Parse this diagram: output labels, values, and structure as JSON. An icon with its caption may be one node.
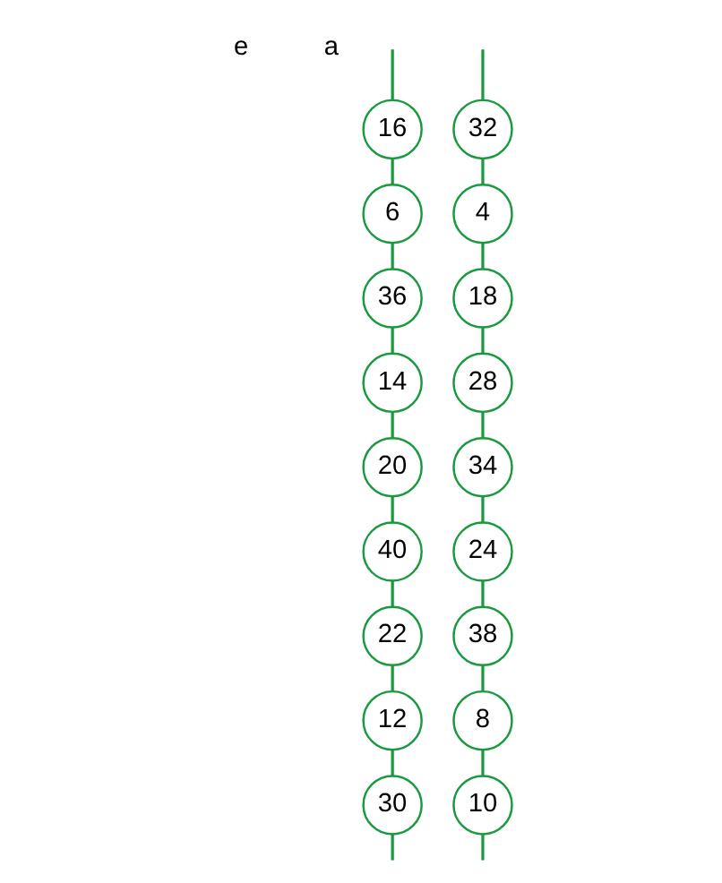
{
  "diagram": {
    "nodes": [
      {
        "text": [
          "16"
        ]
      },
      {
        "text": [
          "6"
        ]
      },
      {
        "text": [
          "36"
        ]
      },
      {
        "text": [
          "14"
        ]
      },
      {
        "text": [
          "20"
        ]
      },
      {
        "text": [
          "40"
        ]
      },
      {
        "text": [
          "22"
        ]
      },
      {
        "text": [
          "12"
        ]
      },
      {
        "text": [
          "30"
        ]
      },
      {
        "text": [
          "32"
        ]
      },
      {
        "text": [
          "4"
        ]
      },
      {
        "text": [
          "18"
        ]
      },
      {
        "text": [
          "28"
        ]
      },
      {
        "text": [
          "34"
        ]
      },
      {
        "text": [
          "24"
        ]
      },
      {
        "text": [
          "38"
        ]
      },
      {
        "text": [
          "8"
        ]
      },
      {
        "text": [
          "10"
        ]
      }
    ],
    "edges": [
      {
        "from": null,
        "to": 0,
        "arrow": "none"
      },
      {
        "from": 0,
        "to": 1,
        "arrow": "none"
      },
      {
        "from": 1,
        "to": 2,
        "arrow": "none"
      },
      {
        "from": 2,
        "to": 3,
        "arrow": "none"
      },
      {
        "from": 3,
        "to": 4,
        "arrow": "none"
      },
      {
        "from": 4,
        "to": 5,
        "arrow": "none"
      },
      {
        "from": 5,
        "to": 6,
        "arrow": "none"
      },
      {
        "from": 6,
        "to": 7,
        "arrow": "none"
      },
      {
        "from": 7,
        "to": 8,
        "arrow": "none"
      },
      {
        "from": 8,
        "to": null,
        "arrow": "none"
      },
      {
        "from": null,
        "to": 9,
        "arrow": "none"
      },
      {
        "from": 9,
        "to": 10,
        "arrow": "none"
      },
      {
        "from": 10,
        "to": 11,
        "arrow": "none"
      },
      {
        "from": 11,
        "to": 12,
        "arrow": "none"
      },
      {
        "from": 12,
        "to": 13,
        "arrow": "none"
      },
      {
        "from": 13,
        "to": 14,
        "arrow": "none"
      },
      {
        "from": 14,
        "to": 15,
        "arrow": "none"
      },
      {
        "from": 15,
        "to": 16,
        "arrow": "none"
      },
      {
        "from": 16,
        "to": 17,
        "arrow": "none"
      },
      {
        "from": 17,
        "to": null,
        "arrow": "none"
      }
    ],
    "labels": [
      "e",
      "a"
    ]
  }
}
